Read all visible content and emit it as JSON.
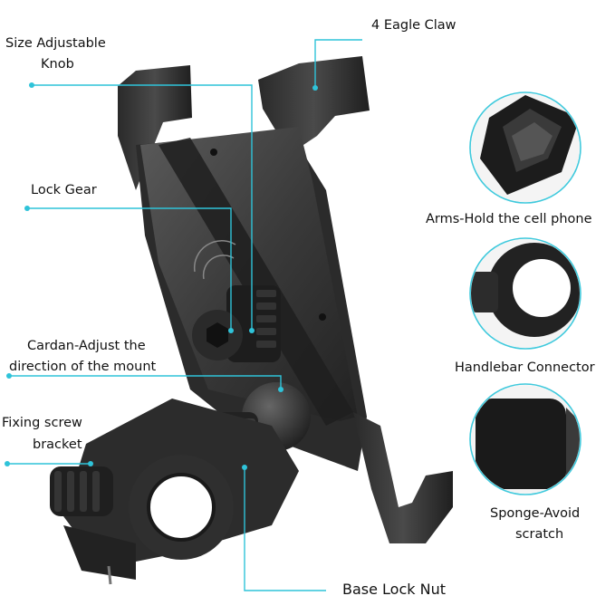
{
  "labels": {
    "size_knob_line1": "Size Adjustable",
    "size_knob_line2": "Knob",
    "eagle_claw": "4 Eagle Claw",
    "lock_gear": "Lock Gear",
    "cardan_line1": "Cardan-Adjust the",
    "cardan_line2": "direction of the mount",
    "fixing_line1": "Fixing screw",
    "fixing_line2": "bracket",
    "arms": "Arms-Hold the cell phone",
    "handlebar": "Handlebar Connector",
    "sponge_line1": "Sponge-Avoid",
    "sponge_line2": "scratch",
    "base_nut": "Base Lock Nut"
  },
  "colors": {
    "leader": "#2fc3d9",
    "product_dark": "#2a2a2a",
    "product_mid": "#3c3c3c",
    "product_light": "#5a5a5a"
  },
  "icons": {
    "detail_1": "claw-closeup-icon",
    "detail_2": "handlebar-ring-closeup-icon",
    "detail_3": "sponge-pad-closeup-icon"
  }
}
